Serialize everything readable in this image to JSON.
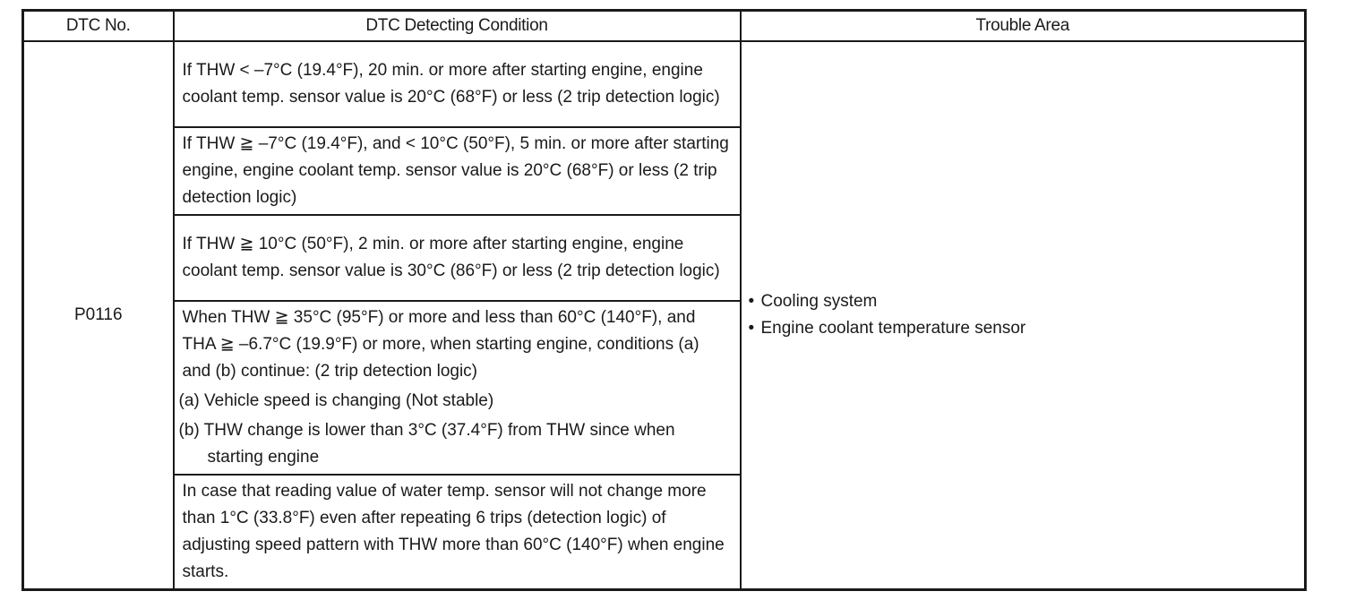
{
  "headers": {
    "dtc_no": "DTC No.",
    "condition": "DTC Detecting Condition",
    "trouble_area": "Trouble Area"
  },
  "row": {
    "dtc_no": "P0116",
    "conditions": [
      "If THW < –7°C (19.4°F), 20 min. or more after starting engine, engine coolant temp. sensor value is 20°C (68°F) or less (2 trip detection logic)",
      "If THW ≧ –7°C (19.4°F), and < 10°C (50°F), 5 min. or more after starting engine, engine coolant temp. sensor value is 20°C (68°F) or less (2 trip detection logic)",
      "If THW ≧ 10°C (50°F), 2 min. or more after starting engine, engine coolant temp. sensor value is 30°C (86°F) or less (2 trip detection logic)"
    ],
    "condition_4": {
      "main": "When THW ≧ 35°C (95°F) or more and less than 60°C (140°F), and THA ≧ –6.7°C (19.9°F) or more, when starting engine, conditions (a) and (b) continue: (2 trip detection logic)",
      "sub_a": "(a) Vehicle speed is changing (Not stable)",
      "sub_b": "(b) THW change is lower than 3°C (37.4°F) from THW since when starting engine"
    },
    "condition_5": "In case that reading value of water temp. sensor will not change more than 1°C (33.8°F) even after repeating 6 trips (detection logic) of adjusting speed pattern with THW more than 60°C (140°F) when engine starts.",
    "trouble_areas": [
      "Cooling system",
      "Engine coolant temperature sensor"
    ],
    "bullet": "•"
  }
}
